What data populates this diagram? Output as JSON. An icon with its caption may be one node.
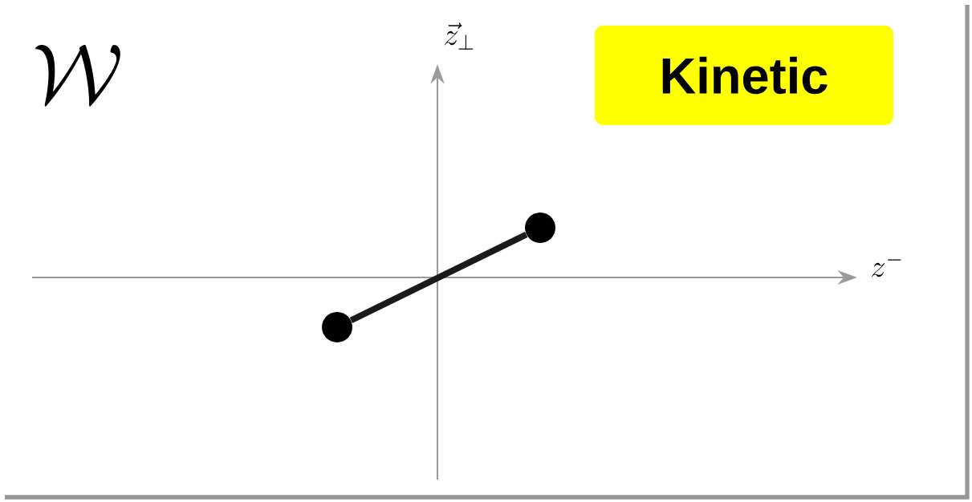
{
  "diagram": {
    "nodes": [
      {
        "text": [
          "Kinetic"
        ]
      },
      {
        "text": [],
        "shape": "circle"
      },
      {
        "text": [],
        "shape": "circle"
      }
    ],
    "edges": [
      {
        "from": 1,
        "to": 2,
        "arrow": "none"
      }
    ],
    "labels": [
      "\\mathcal{W}",
      "\\vec{z}_\\perp",
      "z^-"
    ]
  }
}
